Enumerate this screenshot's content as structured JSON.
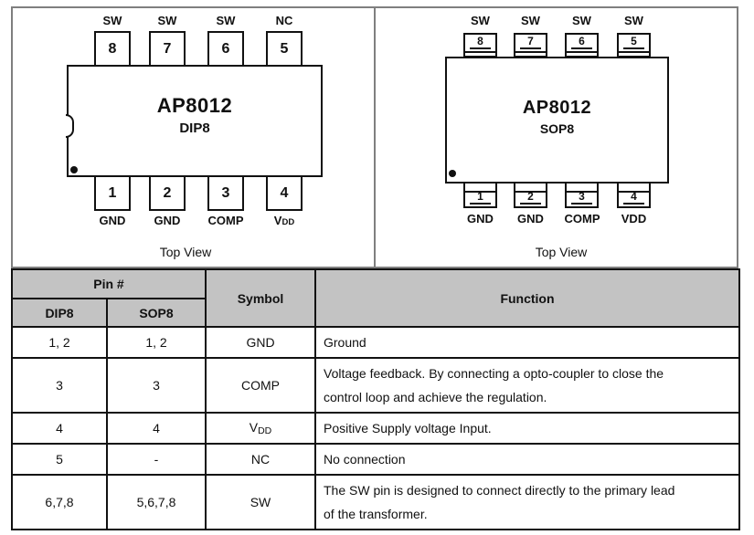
{
  "panels": {
    "dip8": {
      "chip_name": "AP8012",
      "package": "DIP8",
      "caption": "Top View",
      "top_pins": [
        {
          "num": "8",
          "label": "SW"
        },
        {
          "num": "7",
          "label": "SW"
        },
        {
          "num": "6",
          "label": "SW"
        },
        {
          "num": "5",
          "label": "NC"
        }
      ],
      "bottom_pins": [
        {
          "num": "1",
          "label": "GND"
        },
        {
          "num": "2",
          "label": "GND"
        },
        {
          "num": "3",
          "label": "COMP"
        },
        {
          "num": "4",
          "label": "V",
          "label_small": "DD"
        }
      ]
    },
    "sop8": {
      "chip_name": "AP8012",
      "package": "SOP8",
      "caption": "Top View",
      "top_pins": [
        {
          "num": "8",
          "label": "SW"
        },
        {
          "num": "7",
          "label": "SW"
        },
        {
          "num": "6",
          "label": "SW"
        },
        {
          "num": "5",
          "label": "SW"
        }
      ],
      "bottom_pins": [
        {
          "num": "1",
          "label": "GND"
        },
        {
          "num": "2",
          "label": "GND"
        },
        {
          "num": "3",
          "label": "COMP"
        },
        {
          "num": "4",
          "label": "VDD"
        }
      ]
    }
  },
  "table": {
    "headers": {
      "pin_group": "Pin #",
      "dip8": "DIP8",
      "sop8": "SOP8",
      "symbol": "Symbol",
      "function": "Function"
    },
    "rows": [
      {
        "dip8": "1, 2",
        "sop8": "1, 2",
        "symbol": "GND",
        "function": "Ground"
      },
      {
        "dip8": "3",
        "sop8": "3",
        "symbol": "COMP",
        "function": "Voltage feedback. By connecting a opto-coupler to close the\ncontrol loop and achieve the regulation."
      },
      {
        "dip8": "4",
        "sop8": "4",
        "symbol": "V",
        "symbol_sub": "DD",
        "function": "Positive Supply voltage Input."
      },
      {
        "dip8": "5",
        "sop8": "-",
        "symbol": "NC",
        "function": "No connection"
      },
      {
        "dip8": "6,7,8",
        "sop8": "5,6,7,8",
        "symbol": "SW",
        "function": "The SW pin is designed to connect directly to the primary lead\nof the transformer."
      }
    ]
  },
  "colors": {
    "header_bg": "#c3c3c3",
    "frame_gray": "#7f7f7f",
    "line_black": "#111111"
  }
}
